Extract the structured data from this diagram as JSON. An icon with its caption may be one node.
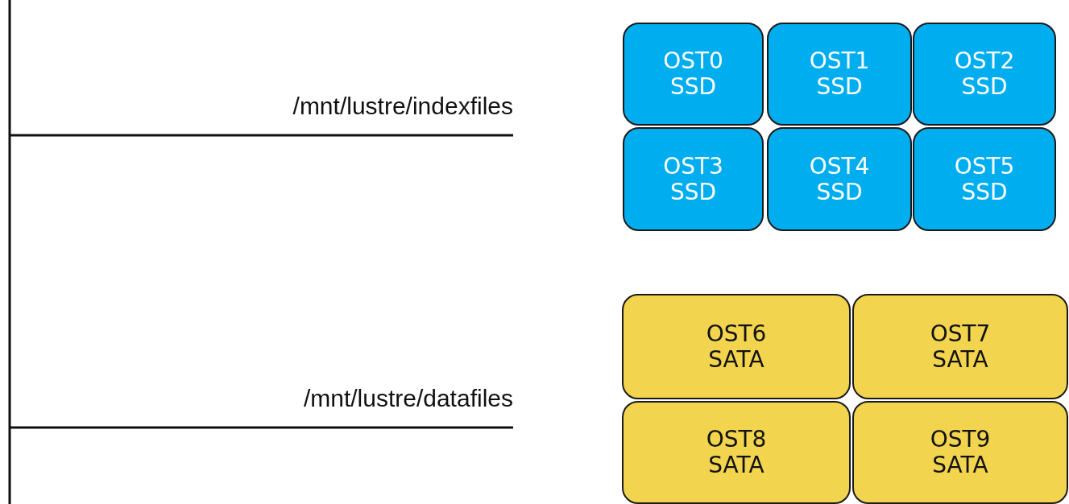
{
  "diagram": {
    "nodes": [
      {
        "text": [
          "OST0",
          "SSD"
        ]
      },
      {
        "text": [
          "OST1",
          "SSD"
        ]
      },
      {
        "text": [
          "OST2",
          "SSD"
        ]
      },
      {
        "text": [
          "OST3",
          "SSD"
        ]
      },
      {
        "text": [
          "OST4",
          "SSD"
        ]
      },
      {
        "text": [
          "OST5",
          "SSD"
        ]
      },
      {
        "text": [
          "OST6",
          "SATA"
        ]
      },
      {
        "text": [
          "OST7",
          "SATA"
        ]
      },
      {
        "text": [
          "OST8",
          "SATA"
        ]
      },
      {
        "text": [
          "OST9",
          "SATA"
        ]
      }
    ],
    "labels": [
      "/mnt/lustre/indexfiles",
      "/mnt/lustre/datafiles"
    ]
  }
}
